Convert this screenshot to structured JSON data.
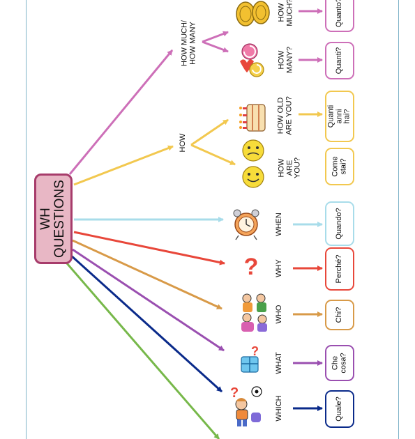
{
  "root": {
    "text": "WH\nQUESTIONS",
    "fill": "#e8b7c5",
    "border": "#a73c6b"
  },
  "branches": [
    {
      "id": "which",
      "word": "WHICH",
      "answer": "Quale?",
      "color": "#0a2a8a",
      "icon": "boy-with-ball-icon"
    },
    {
      "id": "what",
      "word": "WHAT",
      "answer": "Che\ncosa?",
      "color": "#9a4fb0",
      "icon": "gift-box-icon"
    },
    {
      "id": "who",
      "word": "WHO",
      "answer": "Chi?",
      "color": "#d89a48",
      "icon": "people-icon"
    },
    {
      "id": "why",
      "word": "WHY",
      "answer": "Perché?",
      "color": "#e8473a",
      "icon": "question-mark-icon"
    },
    {
      "id": "when",
      "word": "WHEN",
      "answer": "Quando?",
      "color": "#a8dcea",
      "icon": "alarm-clock-icon"
    },
    {
      "id": "how_are_you",
      "word": "HOW\nARE\nYOU?",
      "answer": "Come\nstai?",
      "color": "#f2c84f",
      "icon": "smiley-faces-icon"
    },
    {
      "id": "how_old",
      "word": "HOW OLD\nARE YOU?",
      "answer": "Quanti\nanni\nhai?",
      "color": "#f2c84f",
      "icon": "birthday-cake-icon"
    },
    {
      "id": "how_many",
      "word": "HOW\nMANY?",
      "answer": "Quanti?",
      "color": "#cd6fb8",
      "icon": "lollipops-icon"
    },
    {
      "id": "how_much",
      "word": "HOW\nMUCH?",
      "answer": "Quanto?",
      "color": "#cd6fb8",
      "icon": "coins-icon"
    }
  ],
  "groups": {
    "how": {
      "label": "HOW",
      "color": "#f2c84f"
    },
    "how_much_many": {
      "label": "HOW MUCH/\nHOW MANY",
      "color": "#cd6fb8"
    }
  },
  "extra_arrow_color": "#77b84a"
}
